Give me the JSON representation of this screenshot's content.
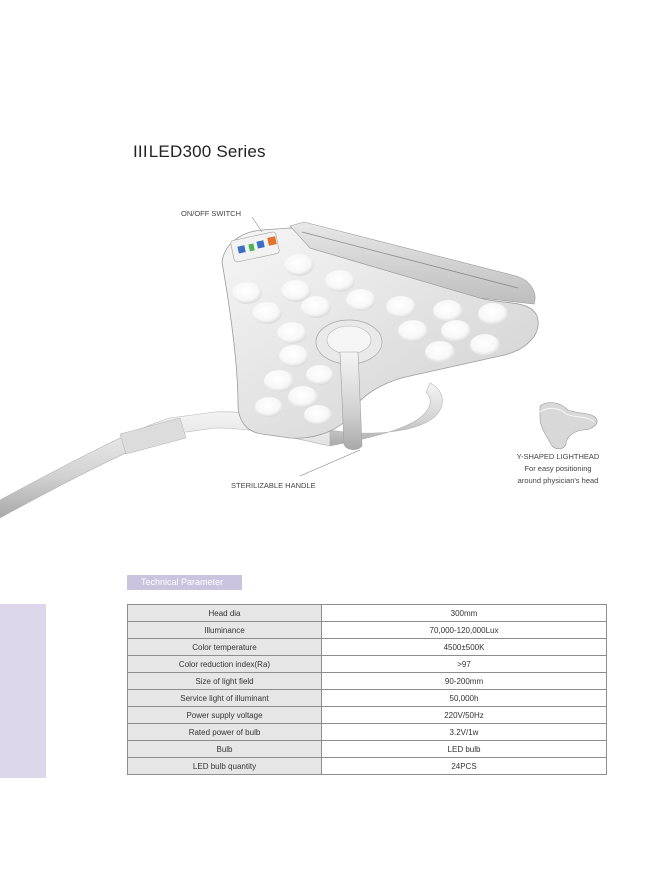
{
  "title": {
    "prefix": "III",
    "text": "LED300 Series"
  },
  "callouts": {
    "on_off_switch": "ON/OFF SWITCH",
    "sterilizable_handle": "STERILIZABLE HANDLE",
    "y_shaped_title": "Y-SHAPED LIGHTHEAD",
    "y_shaped_line1": "For easy positioning",
    "y_shaped_line2": "around physician's head"
  },
  "section_label": "Technical Parameter",
  "colors": {
    "accent": "#cac4df",
    "side_bar": "#dcd7ea",
    "table_key_bg": "#e6e6e6",
    "switch_orange": "#e5702b",
    "control_blue": "#3a6fc4"
  },
  "specs": [
    {
      "param": "Head dia",
      "value": "300mm"
    },
    {
      "param": "Illuminance",
      "value": "70,000-120,000Lux"
    },
    {
      "param": "Color temperature",
      "value": "4500±500K"
    },
    {
      "param": "Color reduction index(Ra)",
      "value": ">97"
    },
    {
      "param": "Size of light field",
      "value": "90-200mm"
    },
    {
      "param": "Service light of illuminant",
      "value": "50,000h"
    },
    {
      "param": "Power supply voltage",
      "value": "220V/50Hz"
    },
    {
      "param": "Rated power of bulb",
      "value": "3.2V/1w"
    },
    {
      "param": "Bulb",
      "value": "LED bulb"
    },
    {
      "param": "LED bulb quantity",
      "value": "24PCS"
    }
  ]
}
